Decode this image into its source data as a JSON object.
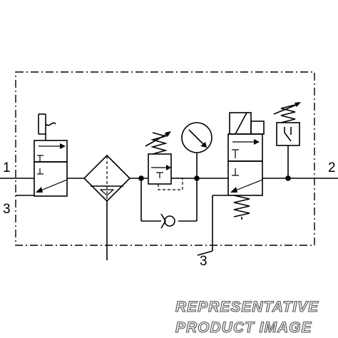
{
  "ports": {
    "inlet": "1",
    "outlet": "2",
    "exhaust_left": "3",
    "exhaust_bottom": "3"
  },
  "watermark": {
    "line1": "REPRESENTATIVE",
    "line2": "PRODUCT IMAGE"
  },
  "colors": {
    "line": "#000000",
    "background": "#ffffff",
    "watermark_fill": "#f4f4f4",
    "watermark_outline": "#555555"
  }
}
